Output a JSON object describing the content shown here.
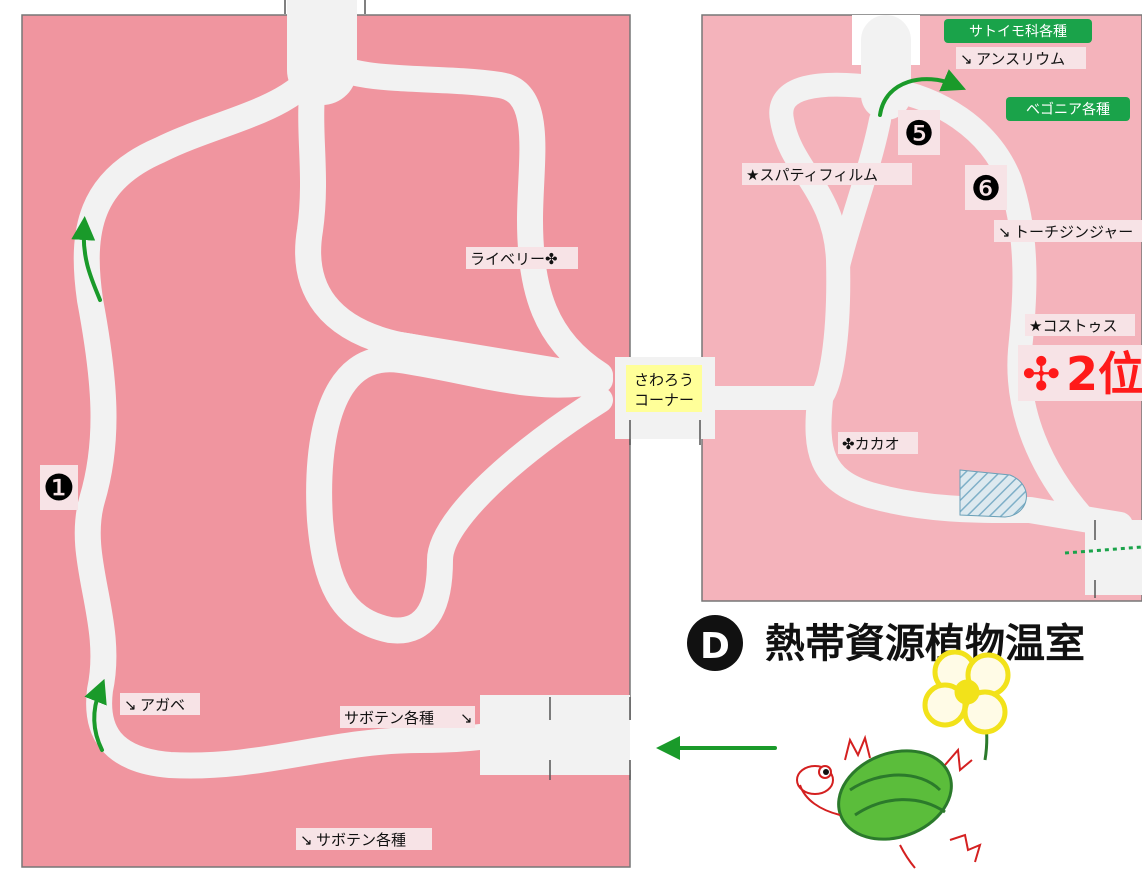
{
  "section": {
    "badge": "D",
    "title": "熱帯資源植物温室"
  },
  "corner": {
    "line1": "さわろう",
    "line2": "コーナー"
  },
  "stops": [
    {
      "number": "❶"
    },
    {
      "number": "❺"
    },
    {
      "number": "❻"
    }
  ],
  "rank": {
    "symbol": "✣",
    "text": "2位"
  },
  "plants": {
    "raiberi": "ライベリー✤",
    "agave": "アガベ",
    "cactus_mid": "サボテン各種",
    "cactus_bottom": "サボテン各種",
    "spathiphyllum": "★スパティフィルム",
    "anthurium": "アンスリウム",
    "torch_ginger": "トーチジンジャー",
    "costus": "★コストゥス",
    "cacao": "✤カカオ"
  },
  "tags": {
    "taro": "サトイモ科各種",
    "begonia": "ベゴニア各種"
  },
  "colors": {
    "room_left": "#f0959f",
    "room_right": "#f4b3bb",
    "path": "#f2f2f2",
    "arrow": "#1a9a2a",
    "tag_green": "#1aa34a",
    "corner_yellow": "#ffff99",
    "rank_red": "#ff1a1a"
  }
}
